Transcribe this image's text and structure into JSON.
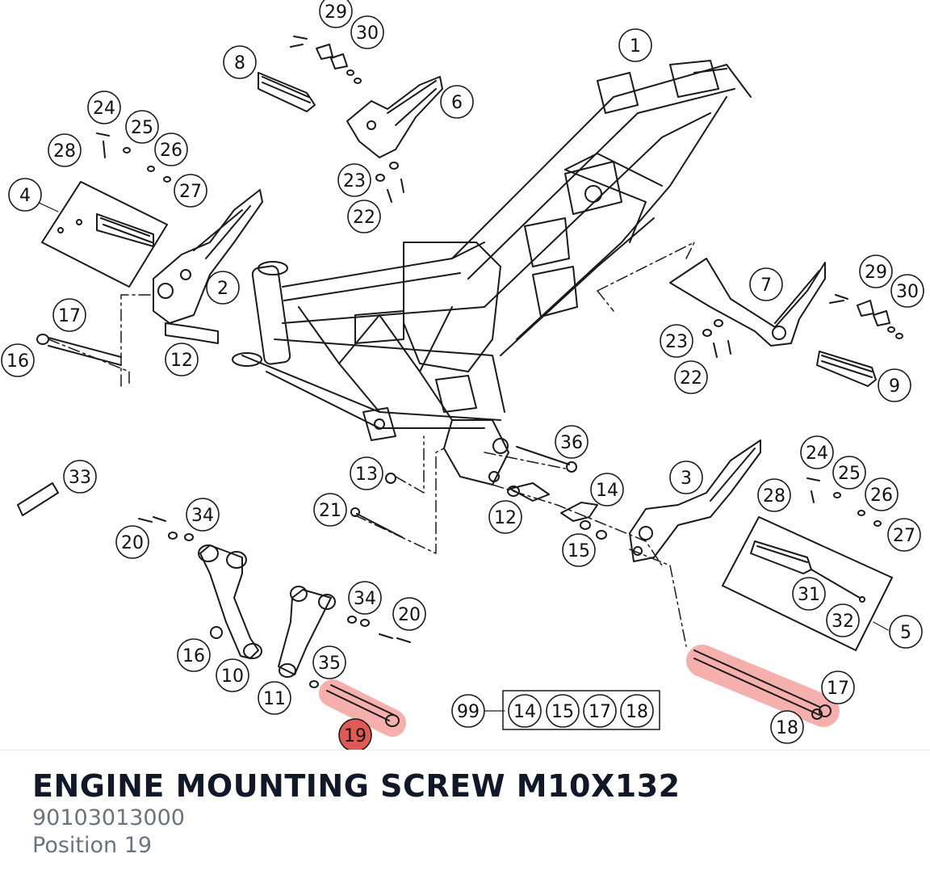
{
  "part": {
    "title": "ENGINE MOUNTING SCREW M10X132",
    "number": "90103013000",
    "position": "Position 19"
  },
  "colors": {
    "highlight": "#f4a3a0",
    "highlight_stroke": "#e05a55",
    "ink": "#1a1a1a",
    "title": "#111827",
    "meta": "#6b7280"
  },
  "callouts": [
    {
      "id": "c1",
      "label": "1"
    },
    {
      "id": "c2",
      "label": "2"
    },
    {
      "id": "c3",
      "label": "3"
    },
    {
      "id": "c4",
      "label": "4"
    },
    {
      "id": "c5",
      "label": "5"
    },
    {
      "id": "c6",
      "label": "6"
    },
    {
      "id": "c7",
      "label": "7"
    },
    {
      "id": "c8",
      "label": "8"
    },
    {
      "id": "c9",
      "label": "9"
    },
    {
      "id": "c10",
      "label": "10"
    },
    {
      "id": "c11",
      "label": "11"
    },
    {
      "id": "c12a",
      "label": "12"
    },
    {
      "id": "c12b",
      "label": "12"
    },
    {
      "id": "c13",
      "label": "13"
    },
    {
      "id": "c14",
      "label": "14"
    },
    {
      "id": "c15",
      "label": "15"
    },
    {
      "id": "c16a",
      "label": "16"
    },
    {
      "id": "c16b",
      "label": "16"
    },
    {
      "id": "c17a",
      "label": "17"
    },
    {
      "id": "c17b",
      "label": "17"
    },
    {
      "id": "c18",
      "label": "18"
    },
    {
      "id": "c19",
      "label": "19"
    },
    {
      "id": "c20a",
      "label": "20"
    },
    {
      "id": "c20b",
      "label": "20"
    },
    {
      "id": "c21",
      "label": "21"
    },
    {
      "id": "c22a",
      "label": "22"
    },
    {
      "id": "c22b",
      "label": "22"
    },
    {
      "id": "c23a",
      "label": "23"
    },
    {
      "id": "c23b",
      "label": "23"
    },
    {
      "id": "c24a",
      "label": "24"
    },
    {
      "id": "c24b",
      "label": "24"
    },
    {
      "id": "c25a",
      "label": "25"
    },
    {
      "id": "c25b",
      "label": "25"
    },
    {
      "id": "c26a",
      "label": "26"
    },
    {
      "id": "c26b",
      "label": "26"
    },
    {
      "id": "c27a",
      "label": "27"
    },
    {
      "id": "c27b",
      "label": "27"
    },
    {
      "id": "c28a",
      "label": "28"
    },
    {
      "id": "c28b",
      "label": "28"
    },
    {
      "id": "c29a",
      "label": "29"
    },
    {
      "id": "c29b",
      "label": "29"
    },
    {
      "id": "c30a",
      "label": "30"
    },
    {
      "id": "c30b",
      "label": "30"
    },
    {
      "id": "c31",
      "label": "31"
    },
    {
      "id": "c32",
      "label": "32"
    },
    {
      "id": "c33",
      "label": "33"
    },
    {
      "id": "c34a",
      "label": "34"
    },
    {
      "id": "c34b",
      "label": "34"
    },
    {
      "id": "c35",
      "label": "35"
    },
    {
      "id": "c36",
      "label": "36"
    },
    {
      "id": "c99",
      "label": "99"
    }
  ],
  "kit": {
    "label": "99",
    "items": [
      "14",
      "15",
      "17",
      "18"
    ]
  }
}
